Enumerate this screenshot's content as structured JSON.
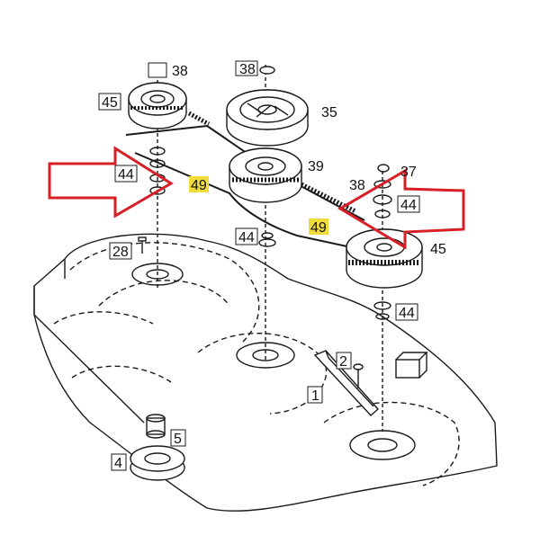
{
  "diagram": {
    "colors": {
      "line": "#1a1a1a",
      "highlight": "#f2dc3a",
      "arrow": "#d81f26",
      "fill": "#ffffff"
    },
    "labels": {
      "n38_top_left": "38",
      "n38_top_mid": "38",
      "n45_left": "45",
      "n35": "35",
      "n39": "39",
      "n44_left": "44",
      "n49_left": "49",
      "n37": "37",
      "n38_right": "38",
      "n44_right_top": "44",
      "n49_right": "49",
      "n44_mid": "44",
      "n28": "28",
      "n45_right": "45",
      "n44_right_bottom": "44",
      "n2": "2",
      "n1": "1",
      "n5": "5",
      "n4": "4"
    },
    "arrows": [
      "arrow-left",
      "arrow-right"
    ]
  }
}
